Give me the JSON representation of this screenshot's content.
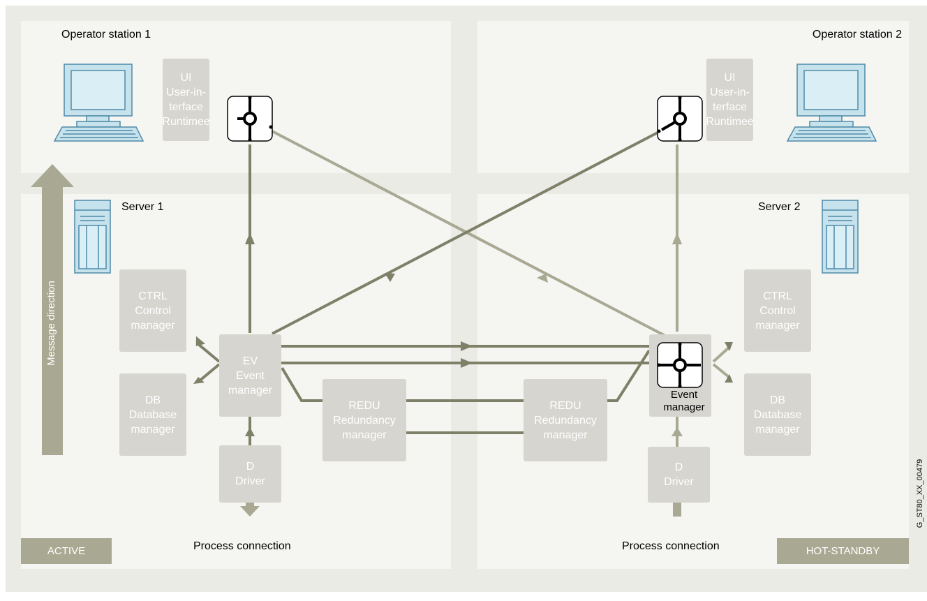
{
  "stations": {
    "op1_title": "Operator station 1",
    "op2_title": "Operator station 2",
    "server1_title": "Server 1",
    "server2_title": "Server 2"
  },
  "ui_left": [
    "UI",
    "User-in-",
    "terface",
    "Runtimee"
  ],
  "ui_right": [
    "UI",
    "User-in-",
    "terface",
    "Runtimee"
  ],
  "server1": {
    "ctrl": [
      "CTRL",
      "Control",
      "manager"
    ],
    "db": [
      "DB",
      "Database",
      "manager"
    ],
    "ev": [
      "EV",
      "Event",
      "manager"
    ],
    "redu": [
      "REDU",
      "Redundancy",
      "manager"
    ],
    "driver": [
      "D",
      "Driver"
    ],
    "process": "Process connection",
    "state": "ACTIVE"
  },
  "server2": {
    "ctrl": [
      "CTRL",
      "Control",
      "manager"
    ],
    "db": [
      "DB",
      "Database",
      "manager"
    ],
    "ev": [
      "Event",
      "manager"
    ],
    "redu": [
      "REDU",
      "Redundancy",
      "manager"
    ],
    "driver": [
      "D",
      "Driver"
    ],
    "process": "Process connection",
    "state": "HOT-STANDBY"
  },
  "message_direction": "Message direction",
  "figure_id": "G_ST80_XX_00479",
  "colors": {
    "background": "#ebebe6",
    "panel": "#f5f5f2",
    "box": "#d6d5cf",
    "arrow_dark": "#7f8068",
    "arrow_light": "#a9a993",
    "badge": "#a9a993",
    "screen": "#c6e3ed",
    "device_stroke": "#4f8aa8"
  }
}
